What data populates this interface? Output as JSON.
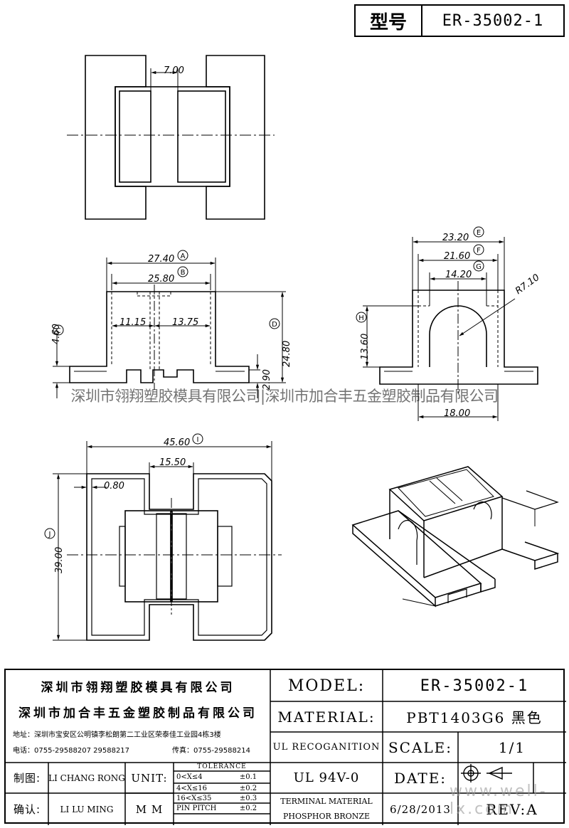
{
  "header": {
    "label": "型号",
    "value": "ER-35002-1"
  },
  "dimensions": {
    "d700": "7.00",
    "d2740": "27.40",
    "d2580": "25.80",
    "d1115": "11.15",
    "d1375": "13.75",
    "d460": "4.60",
    "d290": "2.90",
    "d2480": "24.80",
    "d2320": "23.20",
    "d2160": "21.60",
    "d1420": "14.20",
    "r710": "R7.10",
    "d1360": "13.60",
    "d1800": "18.00",
    "d4560": "45.60",
    "d1550": "15.50",
    "d080": "0.80",
    "d3900": "39.00"
  },
  "markers": {
    "A": "A",
    "B": "B",
    "C": "C",
    "D": "D",
    "E": "E",
    "F": "F",
    "G": "G",
    "H": "H",
    "I": "I",
    "J": "J"
  },
  "watermark": "深圳市翎翔塑胶模具有限公司|深圳市加合丰五金塑胶制品有限公司",
  "watermark_site": "www.well-lx.com",
  "titleblock": {
    "company1": "深圳市翎翔塑胶模具有限公司",
    "company2": "深圳市加合丰五金塑胶制品有限公司",
    "address": "地址：深圳市宝安区公明镇李松朗第二工业区荣泰佳工业园4栋3楼",
    "phone": "电话：0755-29588207  29588217",
    "fax": "传真：0755-29588214",
    "model_label": "MODEL:",
    "model_value": "ER-35002-1",
    "material_label": "MATERIAL:",
    "material_value": "PBT1403G6 黑色",
    "ul_label": "UL RECOGANITION",
    "ul_value": "UL 94V-0",
    "scale_label": "SCALE:",
    "scale_value": "1/1",
    "date_label": "DATE:",
    "date_value": "6/28/2013",
    "rev_label": "REV:A",
    "terminal1": "TERMINAL MATERIAL",
    "terminal2": "PHOSPHOR  BRONZE",
    "draw_label": "制图:",
    "draw_name": "LI CHANG RONG",
    "check_label": "确认:",
    "check_name": "LI LU MING",
    "unit_label": "UNIT:",
    "unit_value": "M M",
    "tol_title": "TOLERANCE",
    "tol": [
      {
        "range": "0<X≤4",
        "val": "±0.1"
      },
      {
        "range": "4<X≤16",
        "val": "±0.2"
      },
      {
        "range": "16<X≤35",
        "val": "±0.3"
      },
      {
        "range": "PIN PITCH",
        "val": "±0.2"
      }
    ]
  }
}
